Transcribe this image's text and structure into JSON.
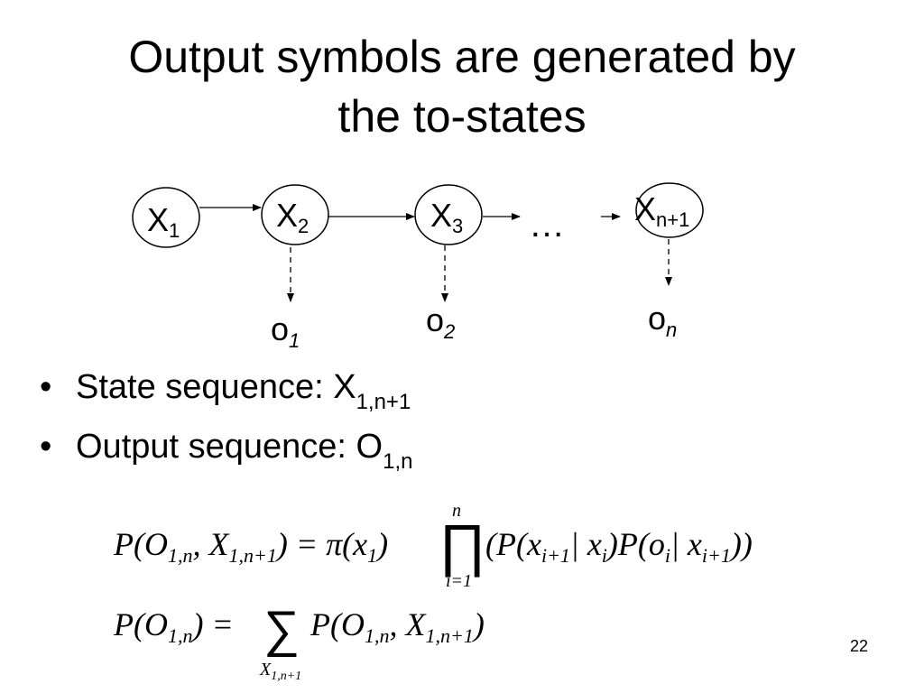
{
  "slide": {
    "title_line1": "Output symbols are generated by",
    "title_line2": "the to-states",
    "page_number": "22"
  },
  "diagram": {
    "nodes": [
      {
        "base": "X",
        "sub": "1"
      },
      {
        "base": "X",
        "sub": "2"
      },
      {
        "base": "X",
        "sub": "3"
      },
      {
        "base": "X",
        "sub": "n+1"
      }
    ],
    "ellipsis": "…",
    "outputs": [
      {
        "base": "o",
        "sub": "1"
      },
      {
        "base": "o",
        "sub": "2"
      },
      {
        "base": "o",
        "sub": "n"
      }
    ]
  },
  "bullets": [
    {
      "text": "State sequence: X",
      "sub": "1,n+1"
    },
    {
      "text": "Output sequence: O",
      "sub": "1,n"
    }
  ],
  "equations": {
    "eq1_lhs": "P(O",
    "eq1_sub_1n": "1,n",
    "eq1_comma": ", X",
    "eq1_sub_1n1": "1,n+1",
    "eq1_eq": ") = π(x",
    "eq1_sub_1": "1",
    "eq1_close": ")",
    "prod_top": "n",
    "prod_bottom": "i=1",
    "eq1_rhs_a": "(P(x",
    "eq1_rhs_sub_i1": "i+1",
    "eq1_rhs_b": "| x",
    "eq1_rhs_sub_i": "i",
    "eq1_rhs_c": ")P(o",
    "eq1_rhs_sub_i2": "i",
    "eq1_rhs_d": "| x",
    "eq1_rhs_sub_i3": "i+1",
    "eq1_rhs_e": "))",
    "eq2_lhs": "P(O",
    "eq2_sub_1n": "1,n",
    "eq2_eq": ") =",
    "sum_bottom_base": "X",
    "sum_bottom_sub": "1,n+1",
    "eq2_rhs_a": "P(O",
    "eq2_rhs_sub_1n": "1,n",
    "eq2_rhs_b": ", X",
    "eq2_rhs_sub_1n1": "1,n+1",
    "eq2_rhs_c": ")"
  }
}
